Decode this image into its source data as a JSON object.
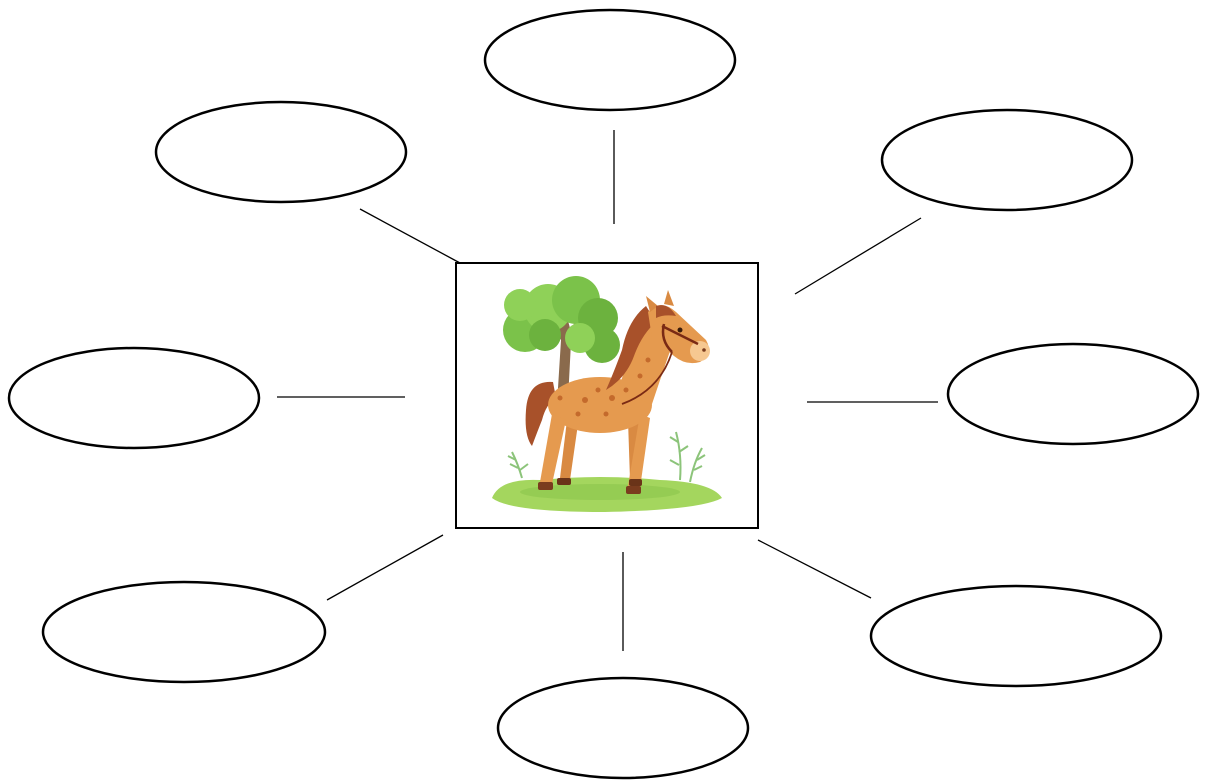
{
  "diagram": {
    "type": "word-web",
    "center": {
      "image": "horse-beside-tree-picture",
      "label": ""
    },
    "bubbles": [
      {
        "id": "top",
        "text": ""
      },
      {
        "id": "top-left",
        "text": ""
      },
      {
        "id": "top-right",
        "text": ""
      },
      {
        "id": "left",
        "text": ""
      },
      {
        "id": "right",
        "text": ""
      },
      {
        "id": "bottom-left",
        "text": ""
      },
      {
        "id": "bottom",
        "text": ""
      },
      {
        "id": "bottom-right",
        "text": ""
      }
    ]
  },
  "colors": {
    "outline": "#000000",
    "background": "#ffffff",
    "horse_body": "#e59a4f",
    "horse_mane": "#a8512a",
    "tree_leaves": "#7bc24a",
    "grass": "#a4d65e"
  }
}
